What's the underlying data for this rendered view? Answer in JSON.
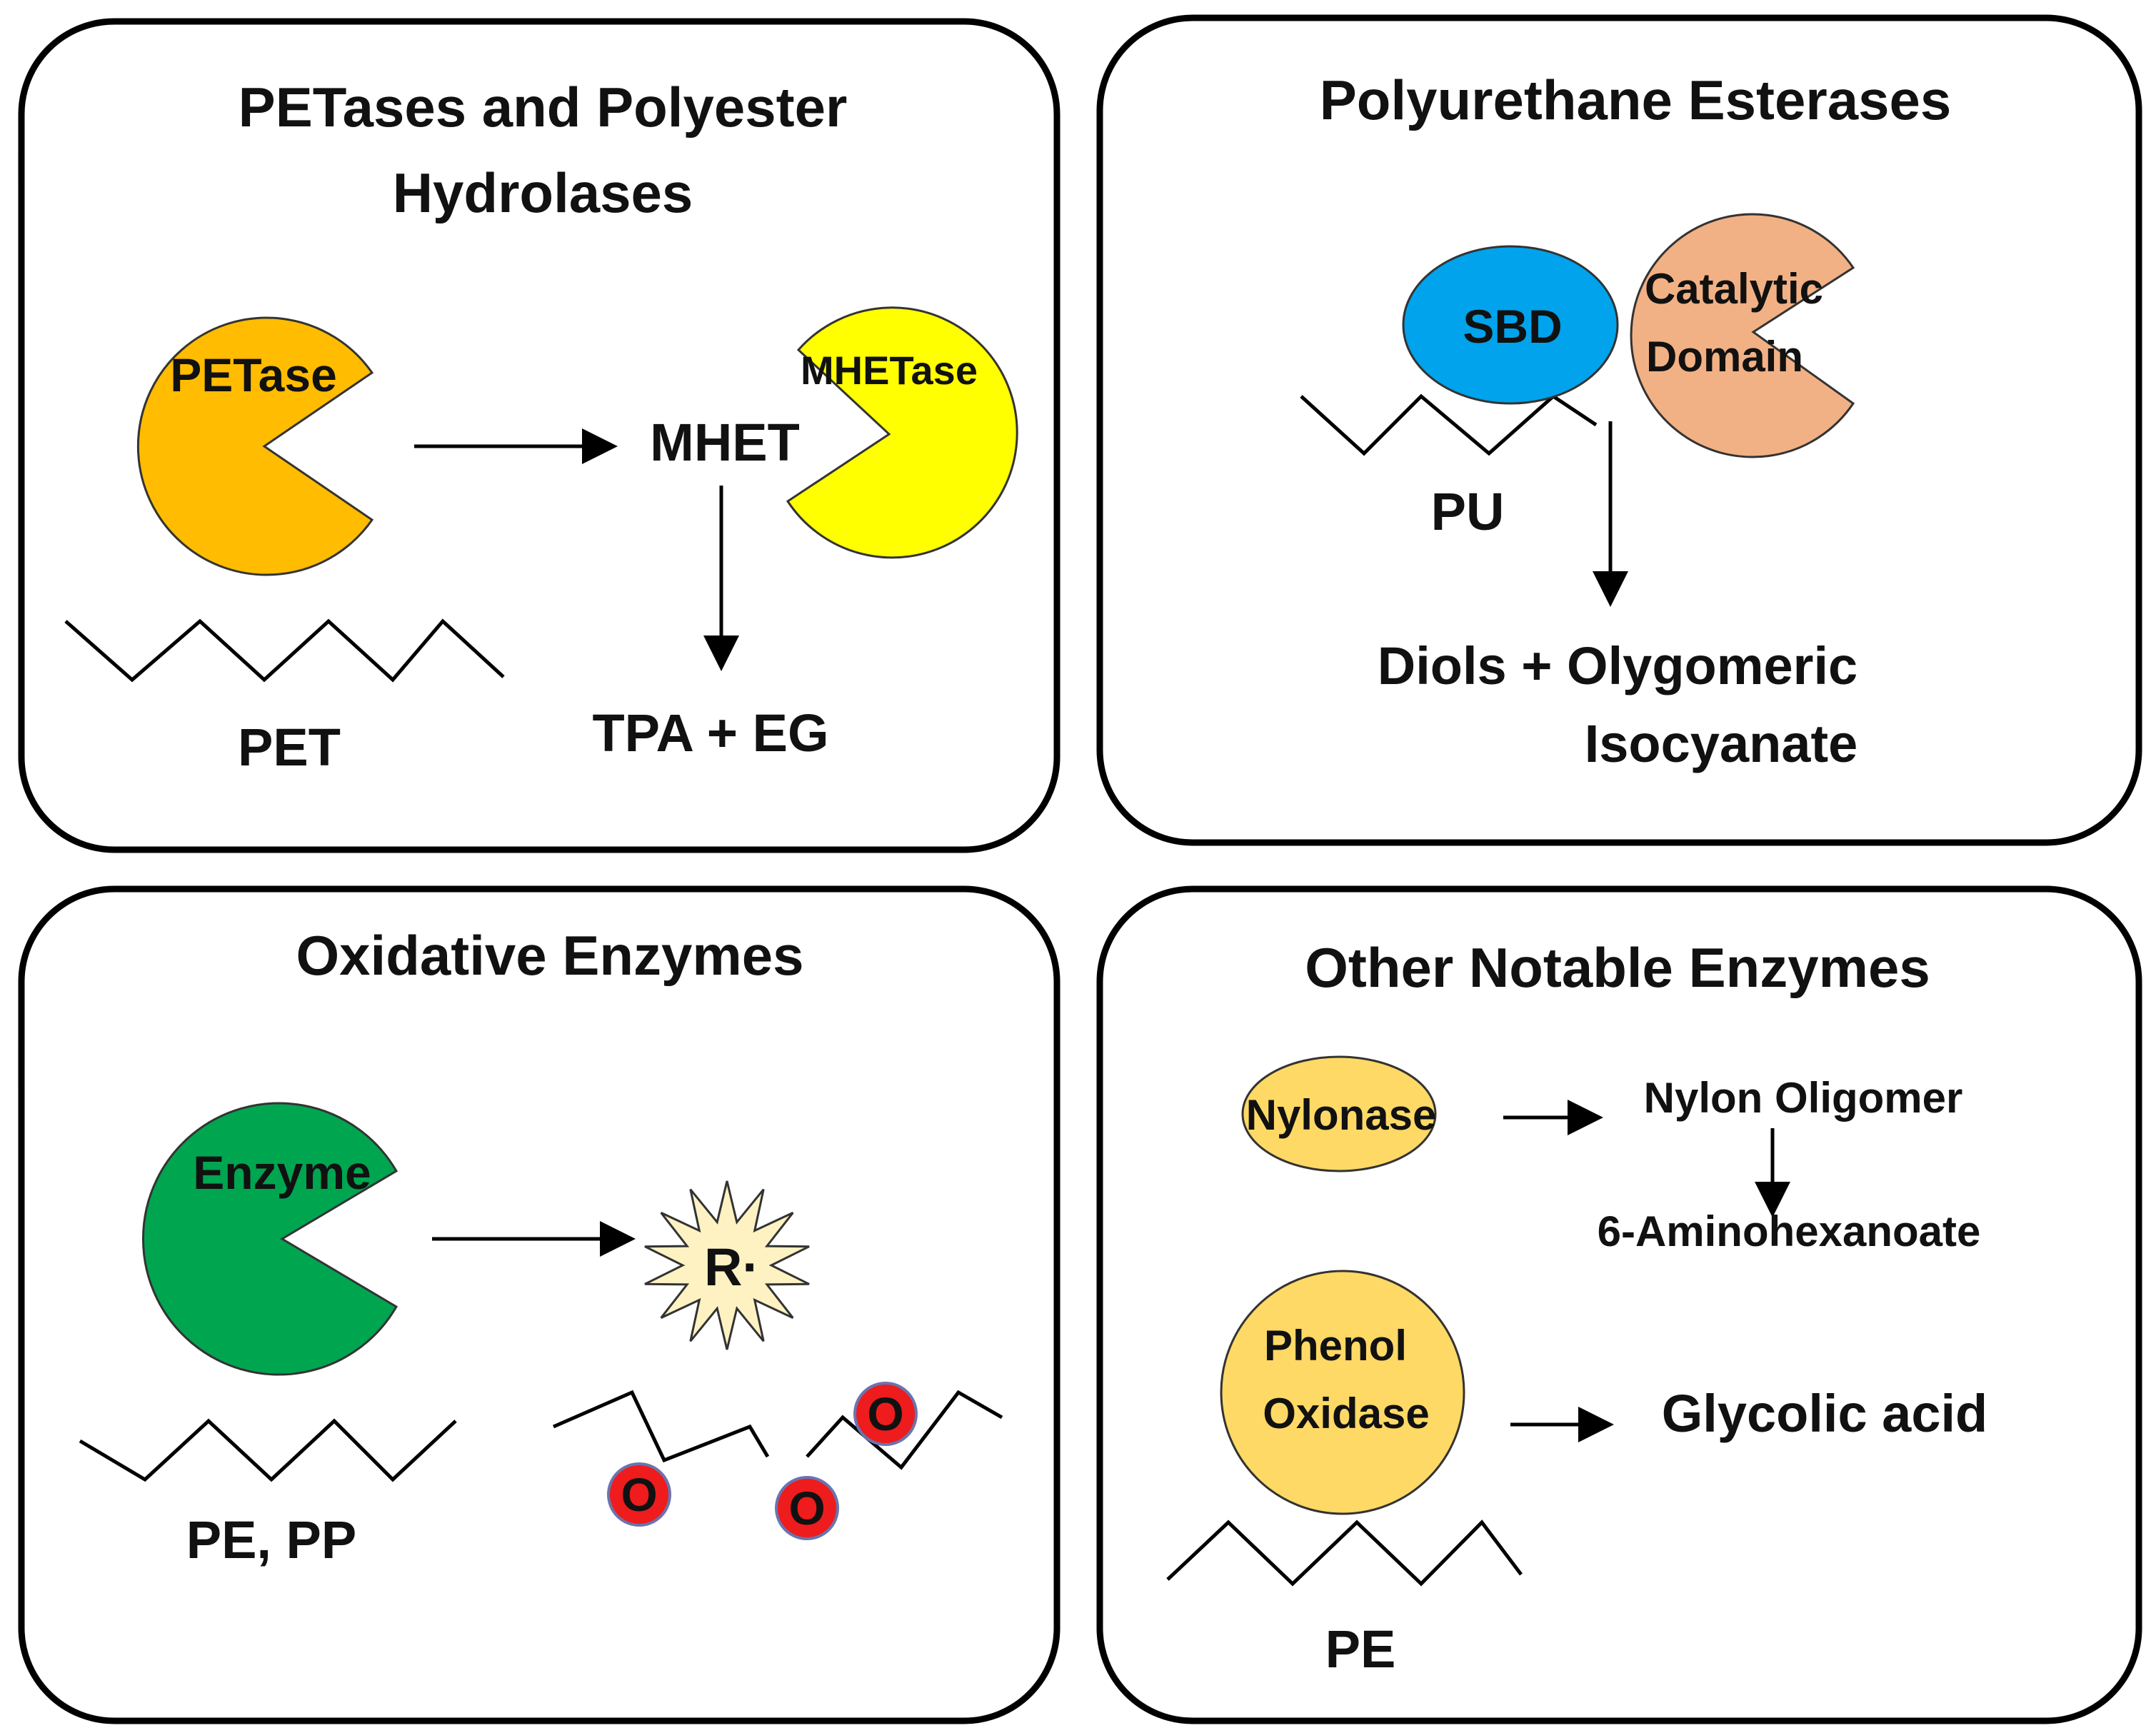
{
  "colors": {
    "petase": "#ffbc00",
    "mhetase": "#ffff00",
    "sbd": "#00a3ec",
    "catalytic_domain": "#f2b184",
    "enzyme_green": "#00a550",
    "radical_burst": "#fff2c2",
    "oxygen": "#ee1c1c",
    "oxygen_outline": "#6a74b0",
    "nylonase": "#ffd966",
    "phenol_oxidase": "#ffd966"
  },
  "icons": {
    "enzyme_shape": "pacman-icon",
    "polymer_chain": "zigzag-chain-icon",
    "radical": "starburst-icon",
    "oxygen_atom": "circle-icon"
  },
  "panels": {
    "petases": {
      "title_line1": "PETases and Polyester",
      "title_line2": "Hydrolases",
      "petase_label": "PETase",
      "mhetase_label": "MHETase",
      "mhet_label": "MHET",
      "products_label": "TPA + EG",
      "polymer_label": "PET"
    },
    "polyurethane": {
      "title": "Polyurethane Esterases",
      "sbd_label": "SBD",
      "catalytic_line1": "Catalytic",
      "catalytic_line2": "Domain",
      "polymer_label": "PU",
      "products_line1": "Diols + Olygomeric",
      "products_line2": "Isocyanate"
    },
    "oxidative": {
      "title": "Oxidative Enzymes",
      "enzyme_label": "Enzyme",
      "radical_label": "R·",
      "oxygen_label": "O",
      "polymer_label": "PE, PP"
    },
    "other": {
      "title": "Other Notable Enzymes",
      "nylonase_label": "Nylonase",
      "nylon_oligomer_label": "Nylon Oligomer",
      "aminohexanoate_label": "6-Aminohexanoate",
      "phenol_oxidase_line1": "Phenol",
      "phenol_oxidase_line2": "Oxidase",
      "glycolic_acid_label": "Glycolic acid",
      "polymer_label": "PE"
    }
  }
}
